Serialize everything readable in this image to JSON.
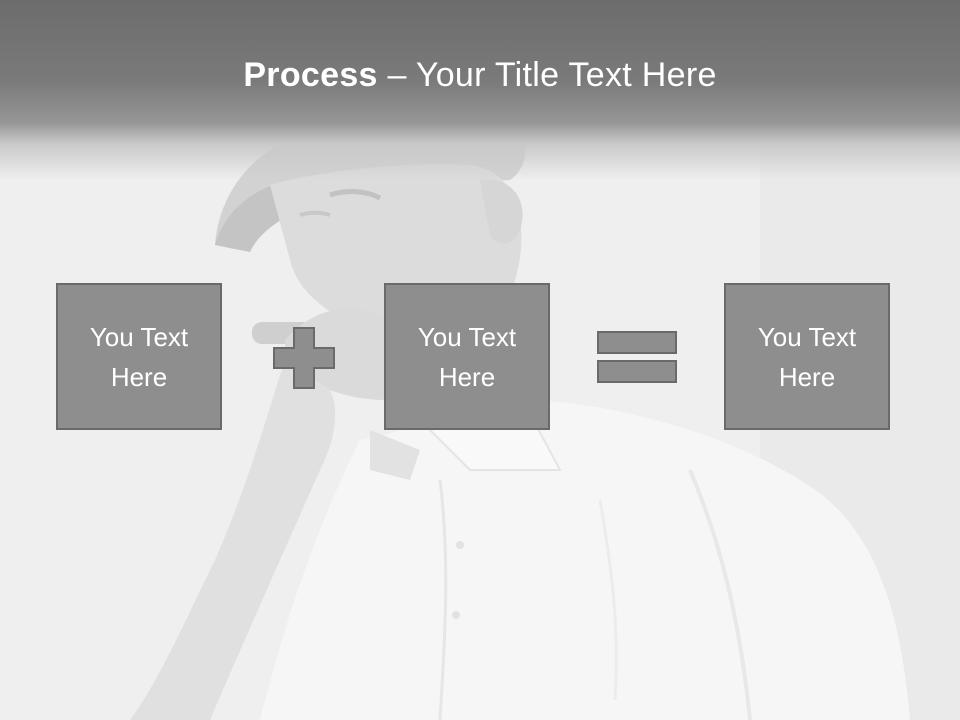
{
  "title": {
    "bold": "Process",
    "rest": " – Your Title Text Here"
  },
  "boxes": [
    {
      "label": "You Text Here"
    },
    {
      "label": "You Text Here"
    },
    {
      "label": "You Text Here"
    }
  ],
  "operators": [
    "plus-icon",
    "equals-icon"
  ],
  "colors": {
    "header": "#767676",
    "box_fill": "#8e8e8e",
    "box_border": "#6a6a6a",
    "text": "#ffffff"
  }
}
